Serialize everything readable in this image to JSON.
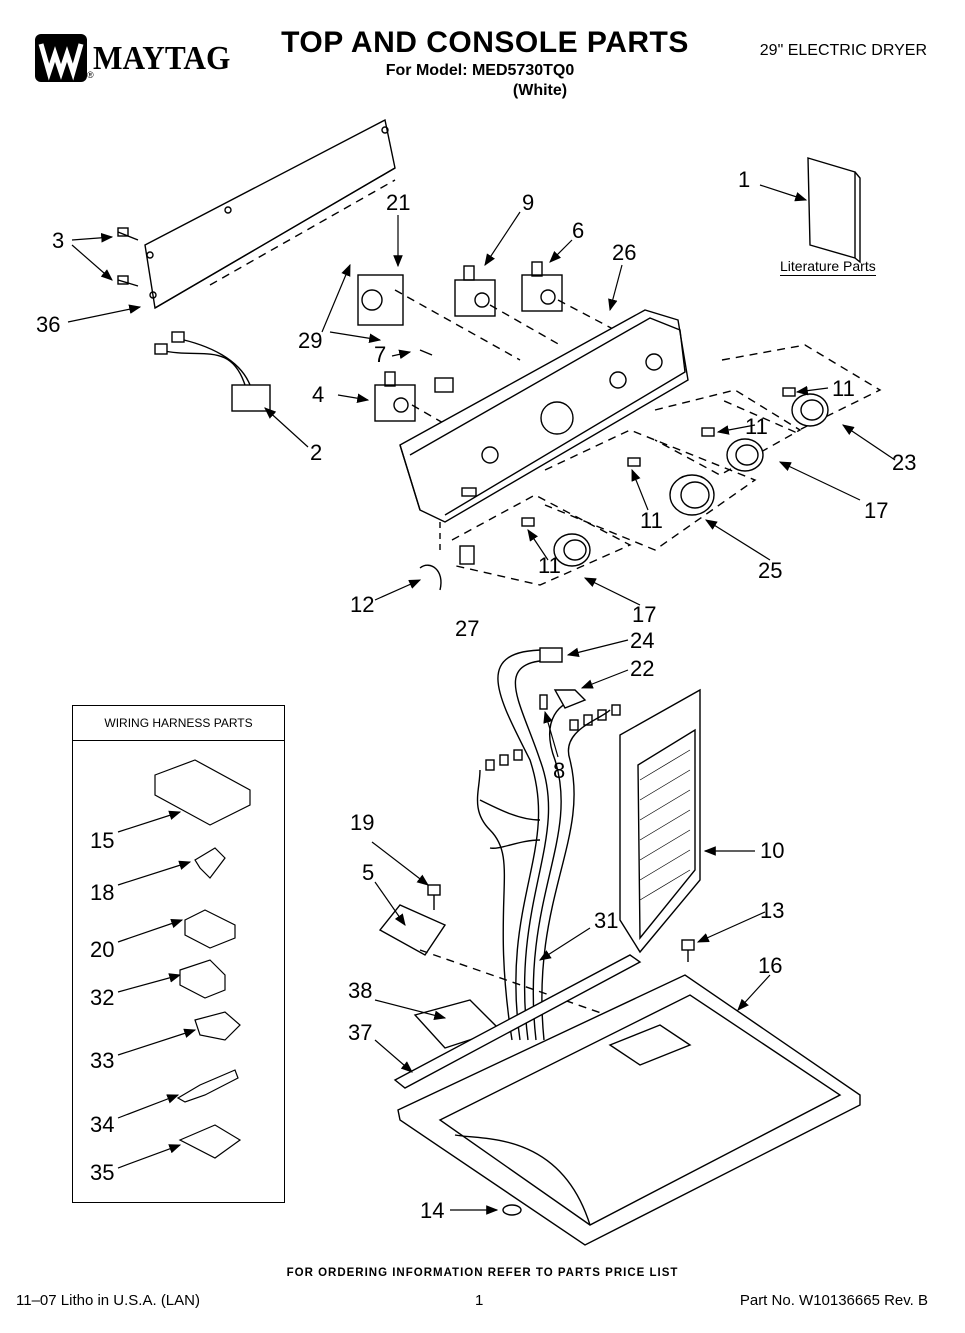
{
  "header": {
    "brand": "MAYTAG",
    "title": "TOP AND CONSOLE PARTS",
    "model_line": "For Model: MED5730TQ0",
    "color_line": "(White)",
    "product": "29\" ELECTRIC DRYER"
  },
  "literature_label": "Literature Parts",
  "harness_box": {
    "title": "WIRING HARNESS PARTS"
  },
  "callouts": {
    "c1": "1",
    "c2": "2",
    "c3": "3",
    "c4": "4",
    "c5": "5",
    "c6": "6",
    "c7": "7",
    "c8": "8",
    "c9": "9",
    "c10": "10",
    "c11a": "11",
    "c11b": "11",
    "c11c": "11",
    "c11d": "11",
    "c12": "12",
    "c13": "13",
    "c14": "14",
    "c15": "15",
    "c16": "16",
    "c17a": "17",
    "c17b": "17",
    "c18": "18",
    "c19": "19",
    "c20": "20",
    "c21": "21",
    "c22": "22",
    "c23": "23",
    "c24": "24",
    "c25": "25",
    "c26": "26",
    "c27": "27",
    "c29": "29",
    "c31": "31",
    "c32": "32",
    "c33": "33",
    "c34": "34",
    "c35": "35",
    "c36": "36",
    "c37": "37",
    "c38": "38"
  },
  "footer": {
    "ordering": "FOR ORDERING INFORMATION REFER TO PARTS PRICE LIST",
    "litho": "11–07 Litho in U.S.A. (LAN)",
    "page": "1",
    "part_no": "Part No. W10136665 Rev. B"
  }
}
